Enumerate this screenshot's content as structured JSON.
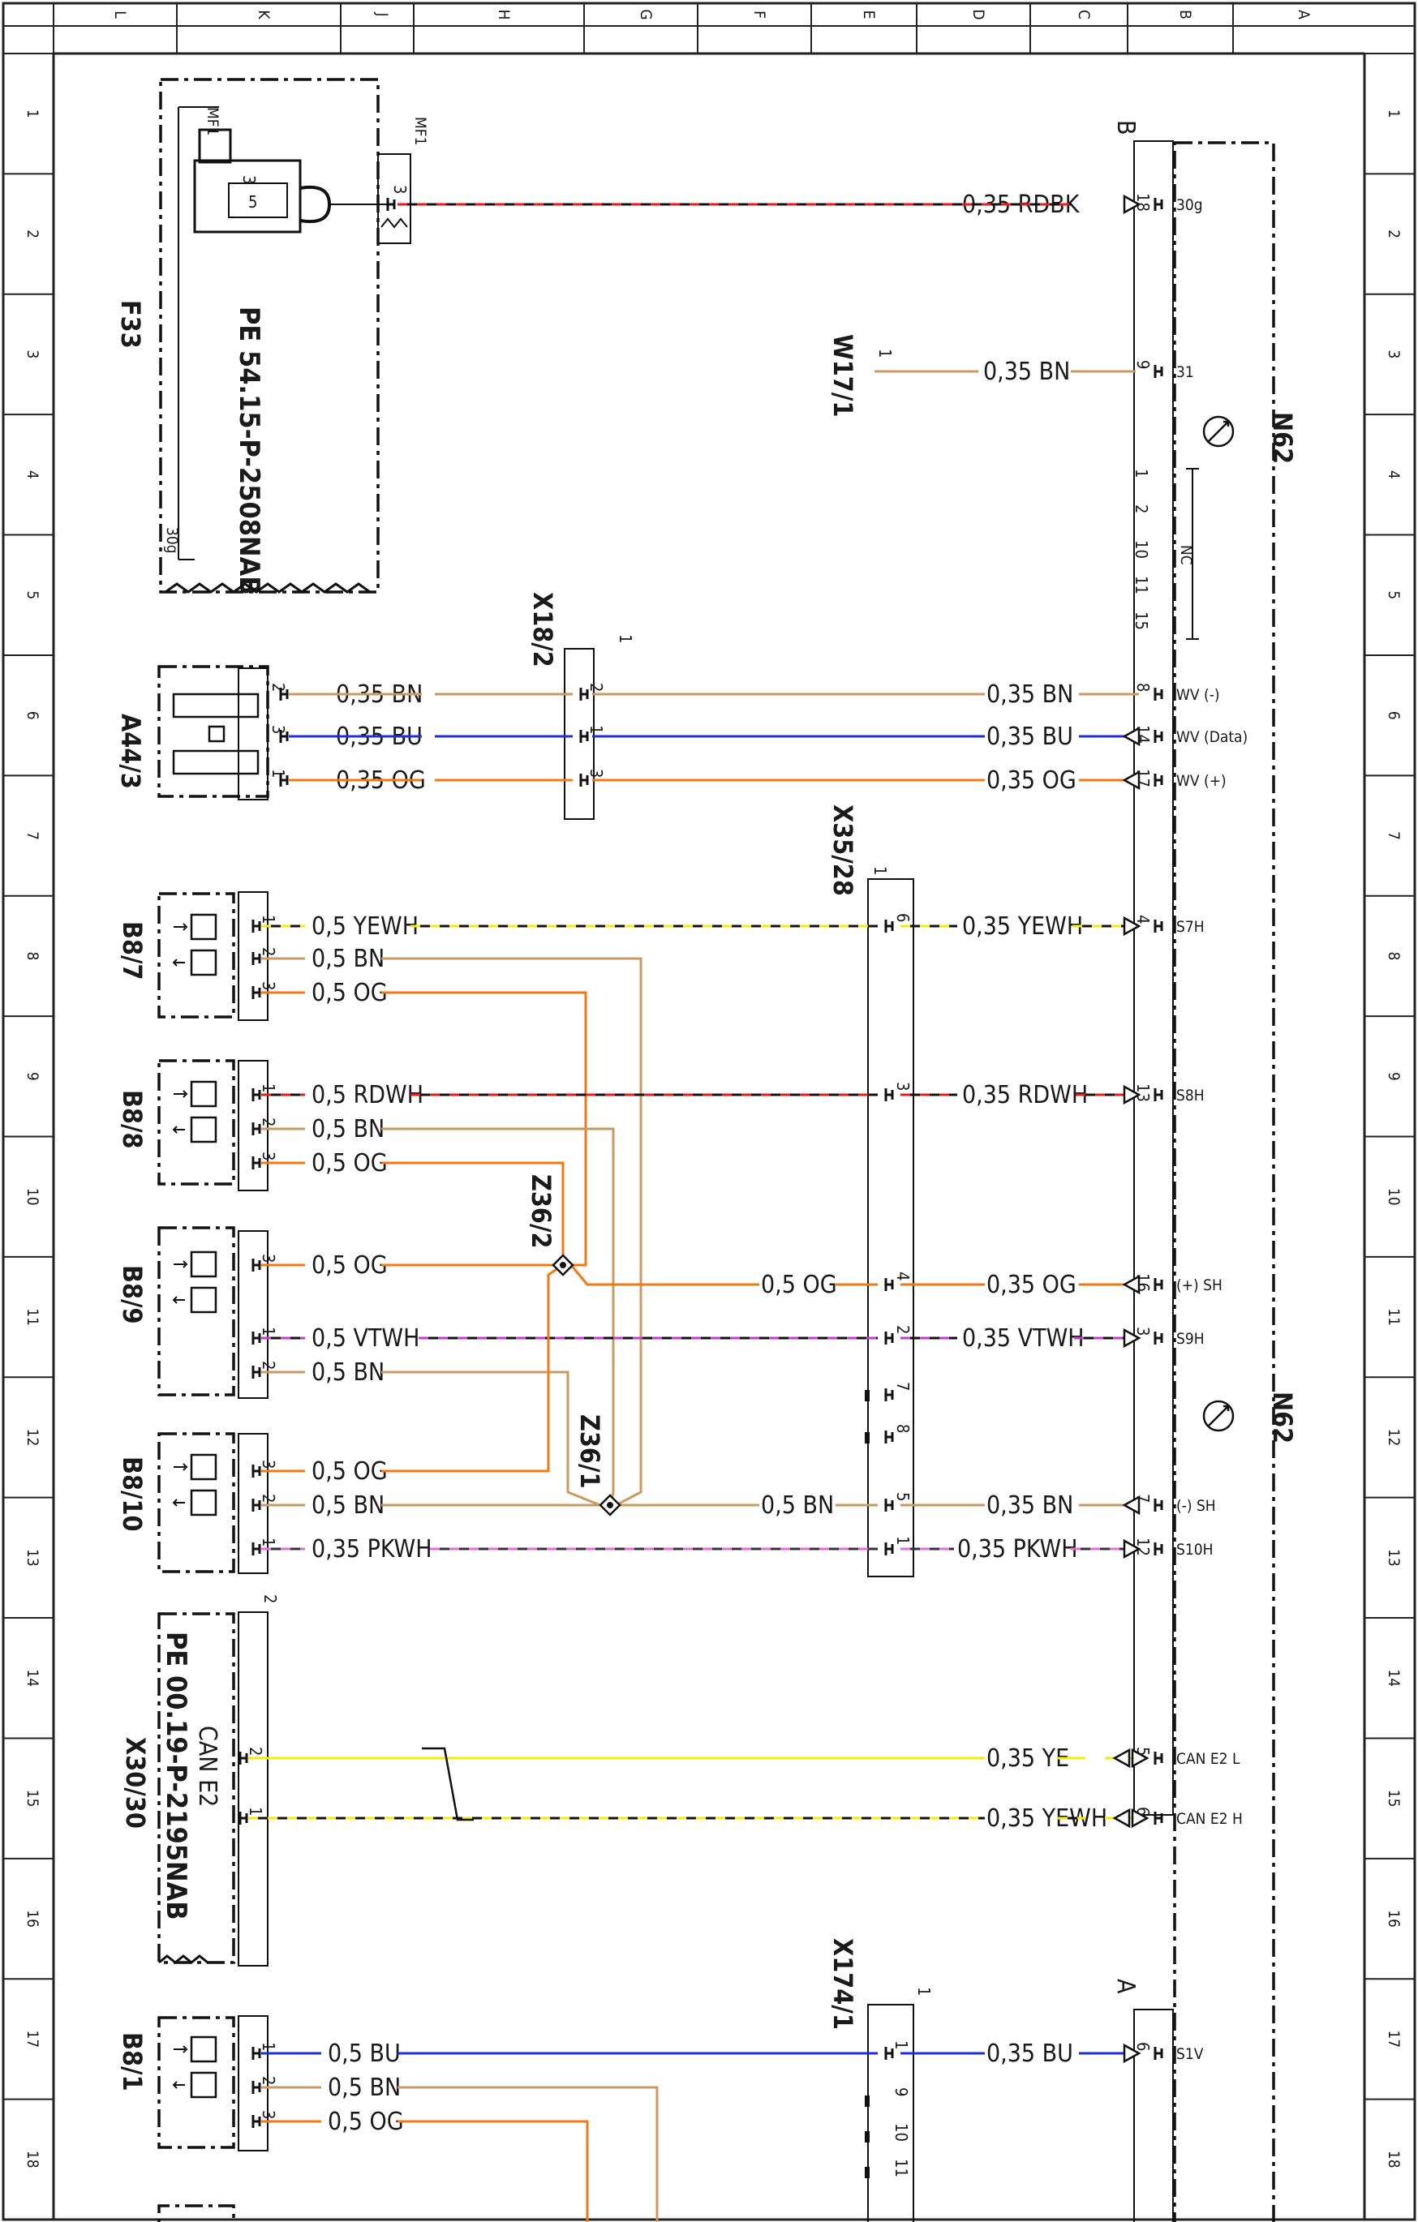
{
  "frame": {
    "columns": [
      "L",
      "K",
      "J",
      "H",
      "G",
      "F",
      "E",
      "D",
      "C",
      "B",
      "A"
    ],
    "rows": [
      "1",
      "2",
      "3",
      "4",
      "5",
      "6",
      "7",
      "8",
      "9",
      "10",
      "11",
      "12",
      "13",
      "14",
      "15",
      "16",
      "17",
      "18"
    ]
  },
  "colors": {
    "RDBK": [
      "#e0201c",
      "#111111"
    ],
    "BN": [
      "#c99a64"
    ],
    "BU": [
      "#1f2fd6"
    ],
    "OG": [
      "#ee7a16"
    ],
    "YEWH": [
      "#f2ea10",
      "#111111"
    ],
    "RDWH": [
      "#e0201c",
      "#111111"
    ],
    "VTWH": [
      "#c040c8",
      "#111111"
    ],
    "PKWH": [
      "#e070d8",
      "#333333"
    ],
    "YE": [
      "#f2ea10"
    ]
  },
  "components": {
    "f33": {
      "name": "F33",
      "fuse": "MF1",
      "fuse_pin": "3",
      "fuse_value": "5",
      "connector": "MF1",
      "connector_pin": "3",
      "rail": "30g",
      "ref": "PE 54.15-P-2508NAB"
    },
    "w17_1": {
      "name": "W17/1",
      "pin": "1"
    },
    "x18_2": {
      "name": "X18/2",
      "header": "1",
      "pins": [
        "2",
        "1",
        "3"
      ]
    },
    "x35_28": {
      "name": "X35/28",
      "header": "1",
      "pins": [
        "6",
        "3",
        "4",
        "2",
        "7",
        "8",
        "5",
        "1"
      ]
    },
    "x174_1": {
      "name": "X174/1",
      "header": "1",
      "pins": [
        "1",
        "9",
        "10",
        "11"
      ]
    },
    "x30_30": {
      "name": "X30/30",
      "ref": "PE 00.19-P-2195NAB",
      "bus": "CAN E2",
      "index": "2",
      "pins": [
        "2",
        "1"
      ]
    },
    "a44_3": {
      "name": "A44/3",
      "pins": [
        "2",
        "3",
        "1"
      ]
    },
    "b8_7": {
      "name": "B8/7",
      "pins": [
        "1",
        "2",
        "3"
      ]
    },
    "b8_8": {
      "name": "B8/8",
      "pins": [
        "1",
        "2",
        "3"
      ]
    },
    "b8_9": {
      "name": "B8/9",
      "pins": [
        "3",
        "1",
        "2"
      ]
    },
    "b8_10": {
      "name": "B8/10",
      "pins": [
        "3",
        "2",
        "1"
      ]
    },
    "b8_1": {
      "name": "B8/1",
      "pins": [
        "1",
        "2",
        "3"
      ]
    },
    "z36_2": {
      "name": "Z36/2"
    },
    "z36_1": {
      "name": "Z36/1"
    },
    "n62": {
      "name": "N62",
      "plug_b": "B",
      "plug_a": "A",
      "nc": "NC",
      "nc_pins": [
        "1",
        "2",
        "10",
        "11",
        "15"
      ],
      "pins": [
        {
          "num": "18",
          "label": "30g"
        },
        {
          "num": "9",
          "label": "31"
        },
        {
          "num": "8",
          "label": "WV (-)"
        },
        {
          "num": "14",
          "label": "WV (Data)"
        },
        {
          "num": "17",
          "label": "WV (+)"
        },
        {
          "num": "4",
          "label": "S7H"
        },
        {
          "num": "13",
          "label": "S8H"
        },
        {
          "num": "16",
          "label": "(+) SH"
        },
        {
          "num": "3",
          "label": "S9H"
        },
        {
          "num": "7",
          "label": "(-) SH"
        },
        {
          "num": "12",
          "label": "S10H"
        },
        {
          "num": "5",
          "label": "CAN E2 L"
        },
        {
          "num": "6",
          "label": "CAN E2 H"
        },
        {
          "num": "6",
          "label": "S1V"
        }
      ]
    }
  },
  "wires": {
    "w_30g": "0,35 RDBK",
    "w_31": "0,35 BN",
    "a44_bn": "0,35 BN",
    "a44_bu": "0,35 BU",
    "a44_og": "0,35 OG",
    "n62_bn": "0,35 BN",
    "n62_bu": "0,35 BU",
    "n62_og": "0,35 OG",
    "b87_ye": "0,5 YEWH",
    "b87_bn": "0,5 BN",
    "b87_og": "0,5 OG",
    "s7h": "0,35 YEWH",
    "b88_rd": "0,5 RDWH",
    "b88_bn": "0,5 BN",
    "b88_og": "0,5 OG",
    "s8h": "0,35 RDWH",
    "b89_og": "0,5 OG",
    "b89_vt": "0,5 VTWH",
    "b89_bn": "0,5 BN",
    "sh_og_mid": "0,5 OG",
    "sh_og": "0,35 OG",
    "s9h": "0,35 VTWH",
    "b810_og": "0,5 OG",
    "b810_bn": "0,5 BN",
    "b810_pk": "0,35 PKWH",
    "sh_bn_mid": "0,5 BN",
    "sh_bn": "0,35 BN",
    "s10h": "0,35 PKWH",
    "can_l": "0,35 YE",
    "can_h": "0,35 YEWH",
    "b81_bu": "0,5 BU",
    "b81_bn": "0,5 BN",
    "b81_og": "0,5 OG",
    "s1v": "0,35 BU"
  }
}
